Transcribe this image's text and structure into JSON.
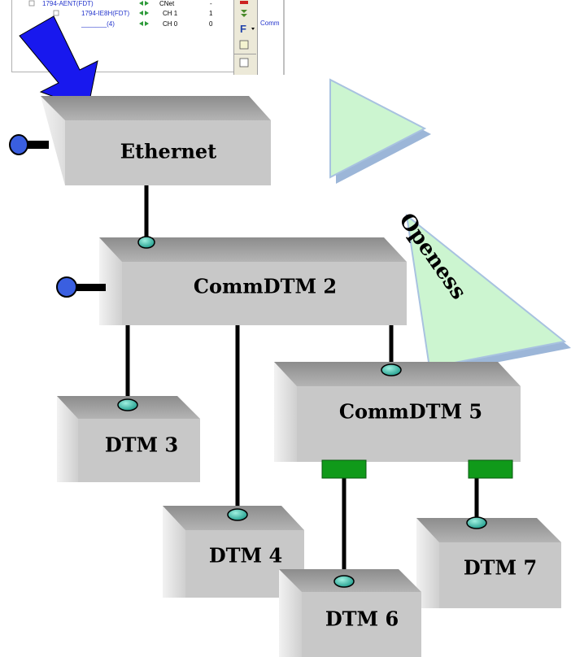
{
  "screenshot": {
    "rows": [
      {
        "name": "1794-AENT(FDT)",
        "channel": "CNet",
        "value": "-"
      },
      {
        "name": "1794-IE8H(FDT)",
        "channel": "CH 1",
        "value": "1"
      },
      {
        "name": "_______(4)",
        "channel": "CH 0",
        "value": "0"
      }
    ],
    "side_text": "Comm",
    "toolbar_f": "F"
  },
  "diagram": {
    "ethernet": "Ethernet",
    "commdtm2": "CommDTM 2",
    "commdtm5": "CommDTM 5",
    "dtm3": "DTM 3",
    "dtm4": "DTM 4",
    "dtm6": "DTM 6",
    "dtm7": "DTM 7",
    "openness": "Openess"
  },
  "colors": {
    "box_front": "#c8c8c8",
    "box_top": "#9e9e9e",
    "box_side": "#dadada",
    "connector": "#2aa89a",
    "port_green": "#0f9a1a",
    "arrow_blue": "#1a1aee",
    "triangle_fill": "#ccf5d0",
    "triangle_edge": "#9ab8dc"
  }
}
